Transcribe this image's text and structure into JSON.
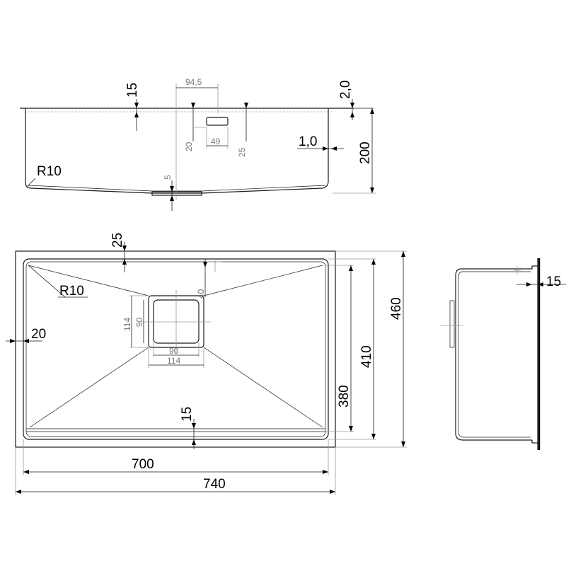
{
  "side_view": {
    "dims": {
      "top_15": "15",
      "drain_94_5": "94,5",
      "thickness_2_0": "2,0",
      "drain_20": "20",
      "drain_49": "49",
      "drain_25": "25",
      "wall_1_0": "1,0",
      "height_200": "200",
      "radius": "R10",
      "bottom_5": "5"
    }
  },
  "top_view": {
    "dims": {
      "flange_25": "25",
      "radius": "R10",
      "drain_40": "40",
      "drain_114_v": "114",
      "drain_90_v": "90",
      "drain_90_h": "90",
      "drain_114_h": "114",
      "flange_20": "20",
      "bottom_15": "15",
      "inner_380": "380",
      "inner_410": "410",
      "outer_460": "460",
      "inner_700": "700",
      "outer_740": "740"
    }
  },
  "end_view": {
    "dims": {
      "flange_15": "15"
    }
  }
}
